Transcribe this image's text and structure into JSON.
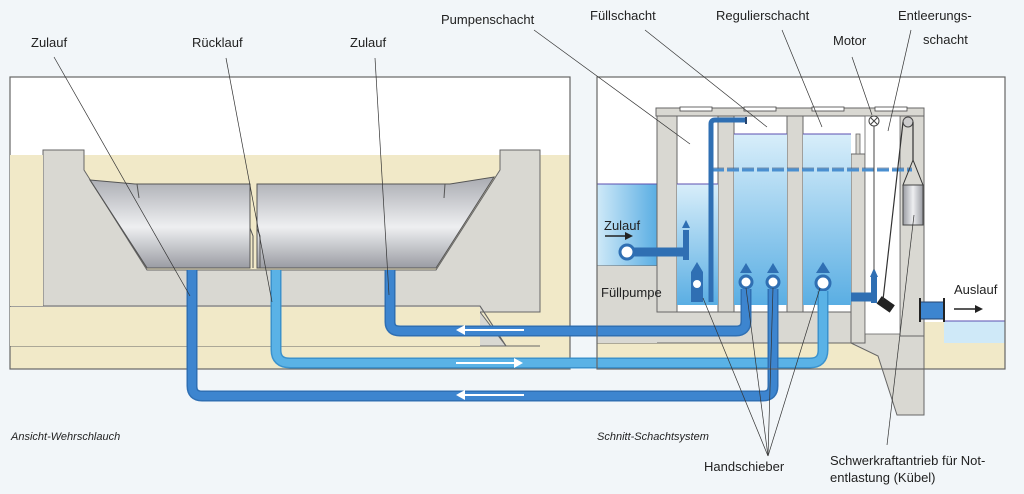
{
  "labels": {
    "zulauf_left": "Zulauf",
    "ruecklauf": "Rücklauf",
    "zulauf_mid": "Zulauf",
    "pumpenschacht": "Pumpenschacht",
    "fuellschacht": "Füllschacht",
    "regulierschacht": "Regulierschacht",
    "motor": "Motor",
    "entleerungsschacht_1": "Entleerungs-",
    "entleerungsschacht_2": "schacht",
    "zulauf_inlet": "Zulauf",
    "fuellpumpe": "Füllpumpe",
    "auslauf": "Auslauf",
    "handschieber": "Handschieber",
    "schwerkraft_1": "Schwerkraftantrieb für Not-",
    "schwerkraft_2": "entlastung (Kübel)"
  },
  "captions": {
    "left_panel": "Ansicht-Wehrschlauch",
    "right_panel": "Schnitt-Schachtsystem"
  },
  "colors": {
    "background": "#f2f6f9",
    "soil": "#f1e9c8",
    "concrete": "#d9d8d2",
    "pipe_dark": "#3a7ec6",
    "pipe_light": "#5ab2e6",
    "water_light": "#cde8f7",
    "water_dark": "#5aaee3",
    "hose_grey": "#c0c2c7"
  }
}
